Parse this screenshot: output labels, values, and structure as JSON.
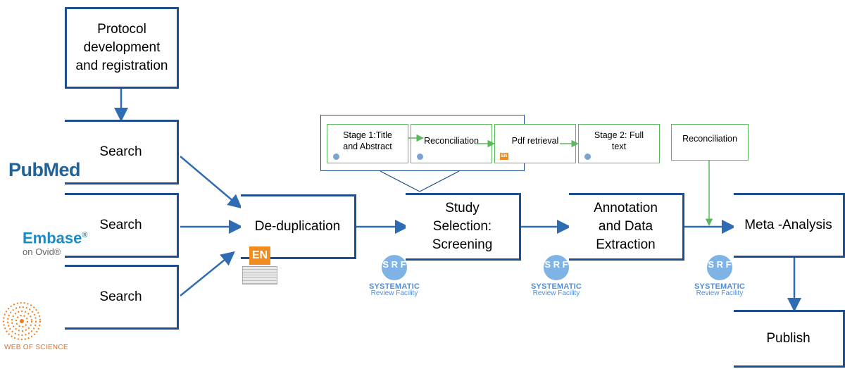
{
  "boxes": {
    "protocol": "Protocol\ndevelopment\nand registration",
    "search1": "Search",
    "search2": "Search",
    "search3": "Search",
    "dedup": "De-duplication",
    "study": "Study\nSelection:\nScreening",
    "annotation": "Annotation\nand Data\nExtraction",
    "meta": "Meta -Analysis",
    "publish": "Publish"
  },
  "screening_steps": {
    "stage1": "Stage 1:Title\nand Abstract",
    "reconcile": "Reconciliation",
    "pdf": "Pdf retrieval",
    "stage2": "Stage 2: Full\ntext"
  },
  "meta_reconciliation": "Reconciliation",
  "databases": {
    "pubmed": "PubMed",
    "embase": "Embase",
    "embase_reg": "®",
    "embase_sub": "on Ovid®",
    "wos": "WEB OF SCIENCE"
  },
  "endnote_badge": "EN",
  "srf_logo": {
    "monogram": "S R F",
    "line1": "SYSTEMATIC",
    "line2": "Review Facility"
  },
  "colors": {
    "box_border": "#1f4e8c",
    "arrow": "#2e6db4",
    "green": "#5cb85c",
    "endnote_orange": "#f28c1e",
    "srf_blue": "#4f8fd6"
  }
}
